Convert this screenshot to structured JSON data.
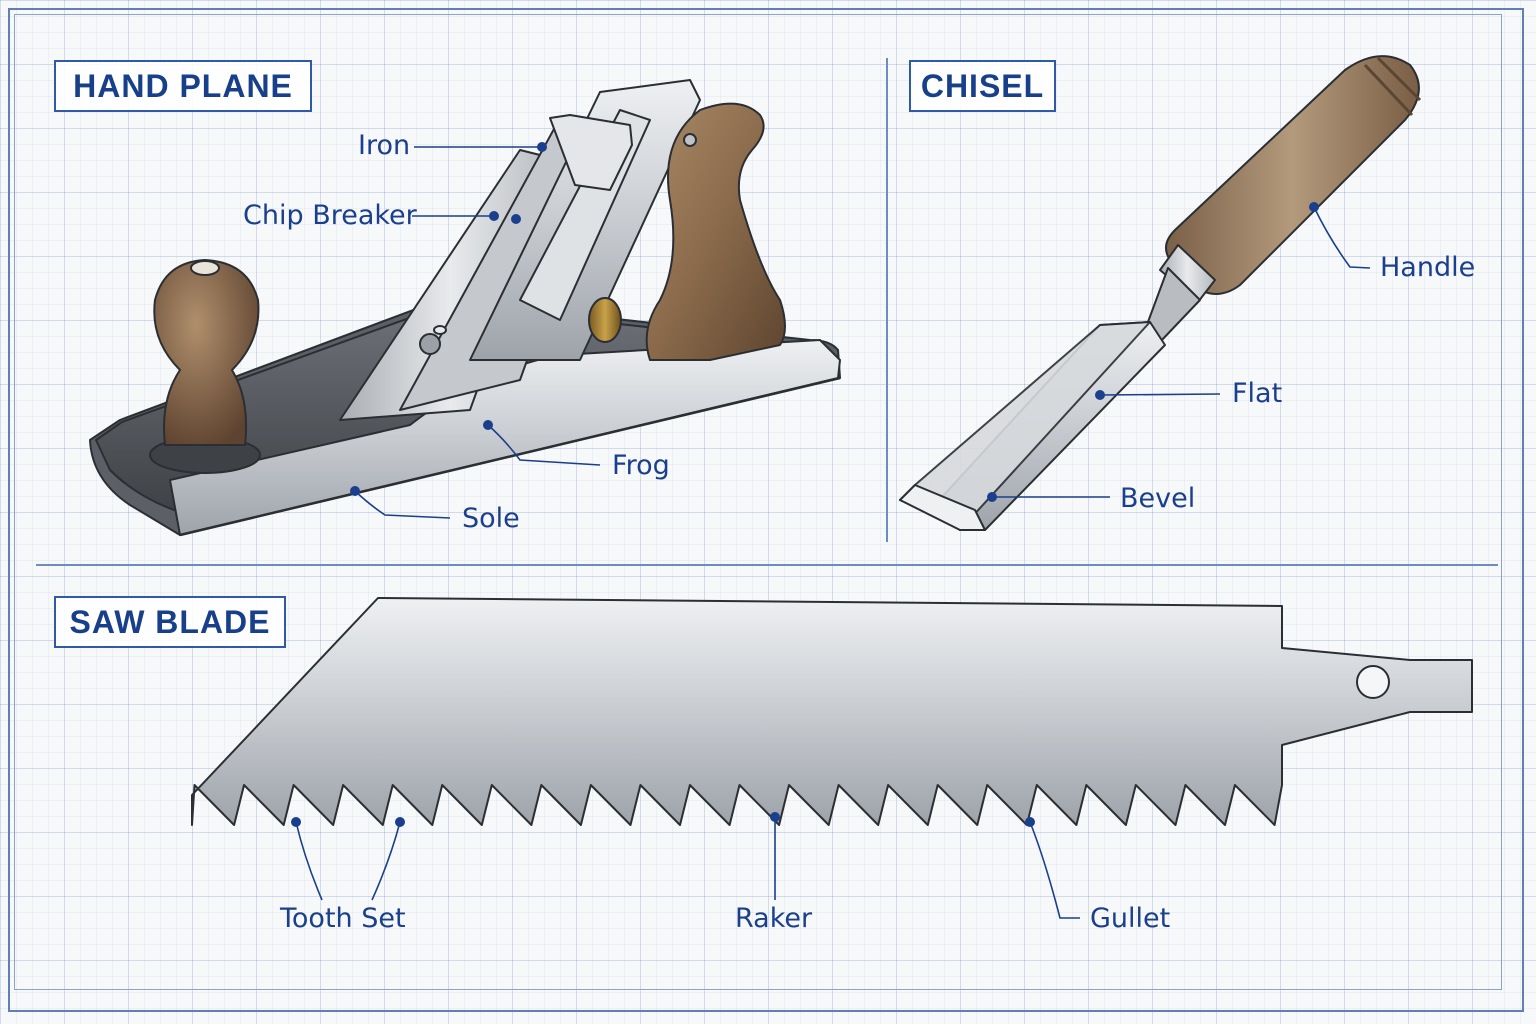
{
  "sections": {
    "hand_plane": {
      "title": "HAND PLANE",
      "labels": {
        "iron": "Iron",
        "chip_breaker": "Chip Breaker",
        "frog": "Frog",
        "sole": "Sole"
      }
    },
    "chisel": {
      "title": "CHISEL",
      "labels": {
        "handle": "Handle",
        "flat": "Flat",
        "bevel": "Bevel"
      }
    },
    "saw_blade": {
      "title": "SAW BLADE",
      "labels": {
        "tooth_set": "Tooth Set",
        "raker": "Raker",
        "gullet": "Gullet"
      }
    }
  },
  "colors": {
    "ink": "#1a3f8c",
    "steel": "#c9ccd0",
    "wood": "#8a6a4a",
    "grid": "#5e7fb8"
  }
}
